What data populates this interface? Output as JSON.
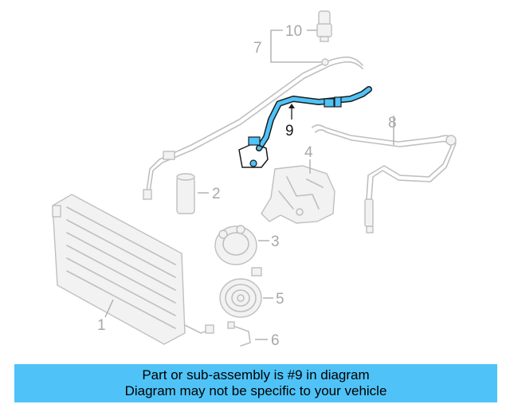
{
  "callouts": {
    "c1": "1",
    "c2": "2",
    "c3": "3",
    "c4": "4",
    "c5": "5",
    "c6": "6",
    "c7": "7",
    "c8": "8",
    "c9": "9",
    "c10": "10"
  },
  "highlight_color": "#4fc3f7",
  "banner": {
    "line1": "Part or sub-assembly is #9 in diagram",
    "line2": "Diagram may not be specific to your vehicle"
  }
}
